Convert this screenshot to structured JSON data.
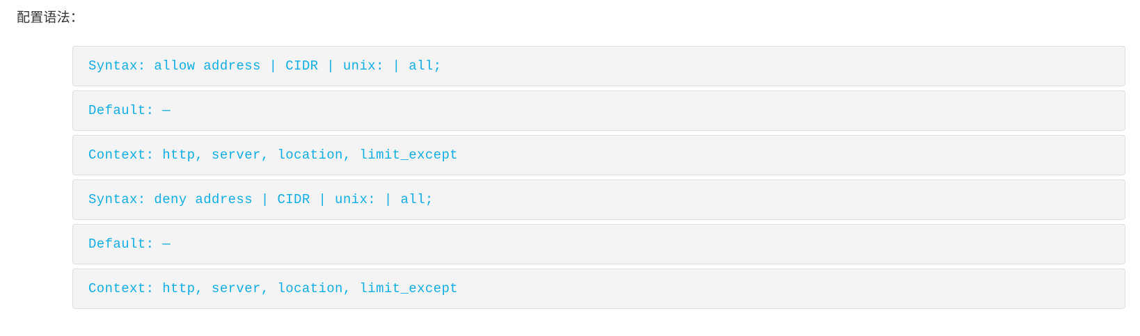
{
  "heading": "配置语法：",
  "colors": {
    "page_background": "#ffffff",
    "heading_text": "#333333",
    "code_text": "#10aee4",
    "code_background": "#f4f4f4",
    "code_border": "#dddddd"
  },
  "code_blocks": [
    {
      "text": "Syntax: allow address | CIDR | unix: | all;"
    },
    {
      "text": "Default: —"
    },
    {
      "text": "Context: http, server, location, limit_except"
    },
    {
      "text": "Syntax: deny address | CIDR | unix: | all;"
    },
    {
      "text": "Default: —"
    },
    {
      "text": "Context: http, server, location, limit_except"
    }
  ]
}
